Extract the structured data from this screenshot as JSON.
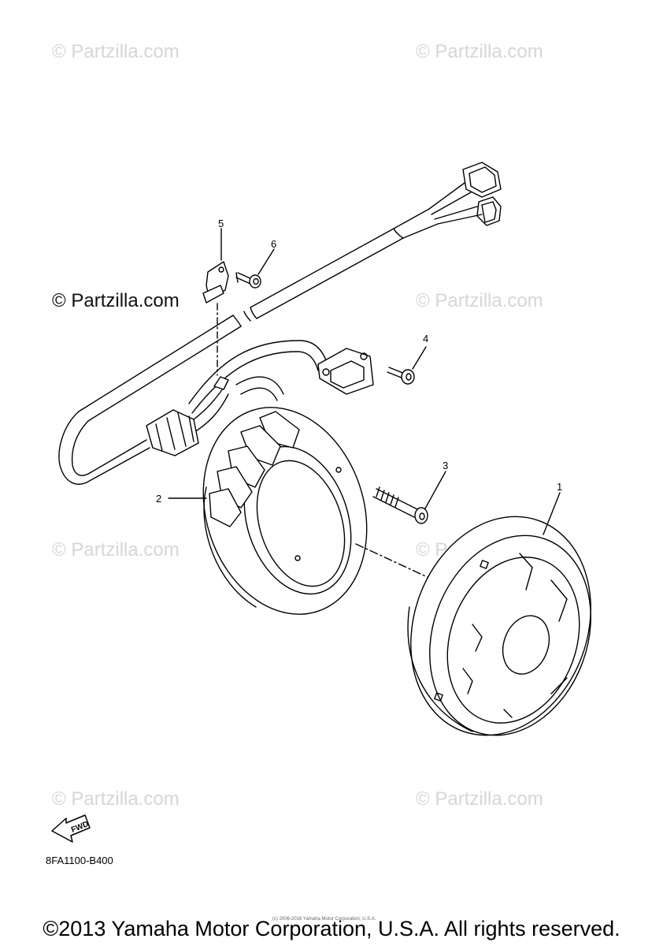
{
  "watermarks": {
    "w1": "© Partzilla.com",
    "w2": "© Partzilla.com",
    "w3": "© Partzilla.com",
    "w4": "© Partzilla.com",
    "w5": "© Partzilla.com",
    "w6": "© Partzilla.com",
    "w7": "© Partzilla.com",
    "w8": "© Partzilla.com"
  },
  "callouts": {
    "c1": "1",
    "c2": "2",
    "c3": "3",
    "c4": "4",
    "c5": "5",
    "c6": "6"
  },
  "fwd_label": "FWD",
  "part_code": "8FA1100-B400",
  "fine_print": "(c) 2006-2016 Yamaha Motor Corporation, U.S.A.",
  "copyright": "©2013 Yamaha Motor Corporation, U.S.A. All rights reserved."
}
